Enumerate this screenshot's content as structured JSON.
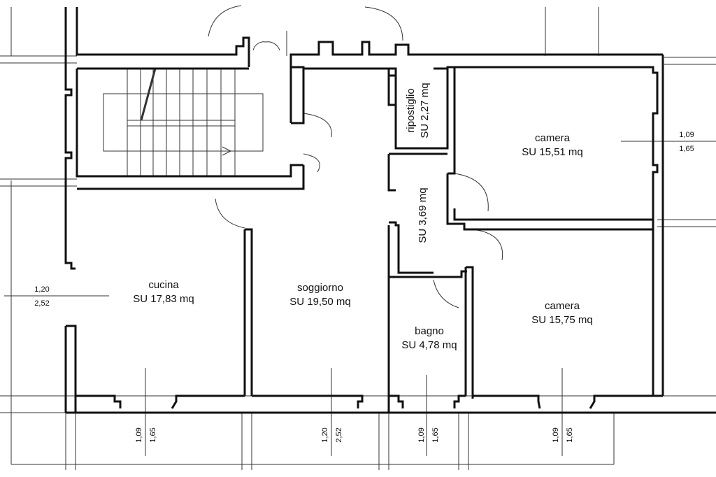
{
  "rooms": {
    "ripostiglio": {
      "name": "ripostiglio",
      "area": "SU 2,27 mq"
    },
    "camera1": {
      "name": "camera",
      "area": "SU 15,51 mq"
    },
    "corridoio": {
      "area": "SU 3,69 mq"
    },
    "cucina": {
      "name": "cucina",
      "area": "SU 17,83 mq"
    },
    "soggiorno": {
      "name": "soggiorno",
      "area": "SU 19,50 mq"
    },
    "bagno": {
      "name": "bagno",
      "area": "SU 4,78 mq"
    },
    "camera2": {
      "name": "camera",
      "area": "SU 15,75 mq"
    }
  },
  "windows": {
    "right": {
      "top": "1,09",
      "bottom": "1,65"
    },
    "left": {
      "top": "1,20",
      "bottom": "2,52"
    },
    "bottom": [
      {
        "a": "1,09",
        "b": "1,65"
      },
      {
        "a": "1,20",
        "b": "2,52"
      },
      {
        "a": "1,09",
        "b": "1,65"
      },
      {
        "a": "1,09",
        "b": "1,65"
      }
    ]
  },
  "colors": {
    "wall": "#111111",
    "thin": "#333333",
    "background": "#ffffff"
  }
}
